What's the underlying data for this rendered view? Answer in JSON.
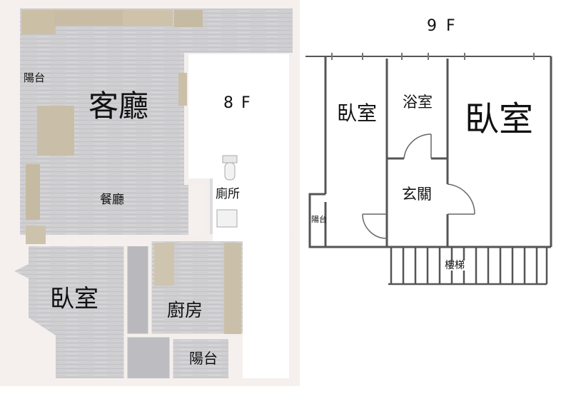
{
  "floor8": {
    "floor_label": "8 F",
    "rooms": {
      "balcony_top": "陽台",
      "living_room": "客廳",
      "dining_room": "餐廳",
      "toilet": "廁所",
      "bedroom": "臥室",
      "kitchen": "廚房",
      "balcony_bottom": "陽台"
    }
  },
  "floor9": {
    "floor_label": "9 F",
    "rooms": {
      "bedroom_small": "臥室",
      "bathroom": "浴室",
      "bedroom_large": "臥室",
      "entrance": "玄關",
      "balcony": "陽台",
      "stairs": "樓梯"
    }
  }
}
